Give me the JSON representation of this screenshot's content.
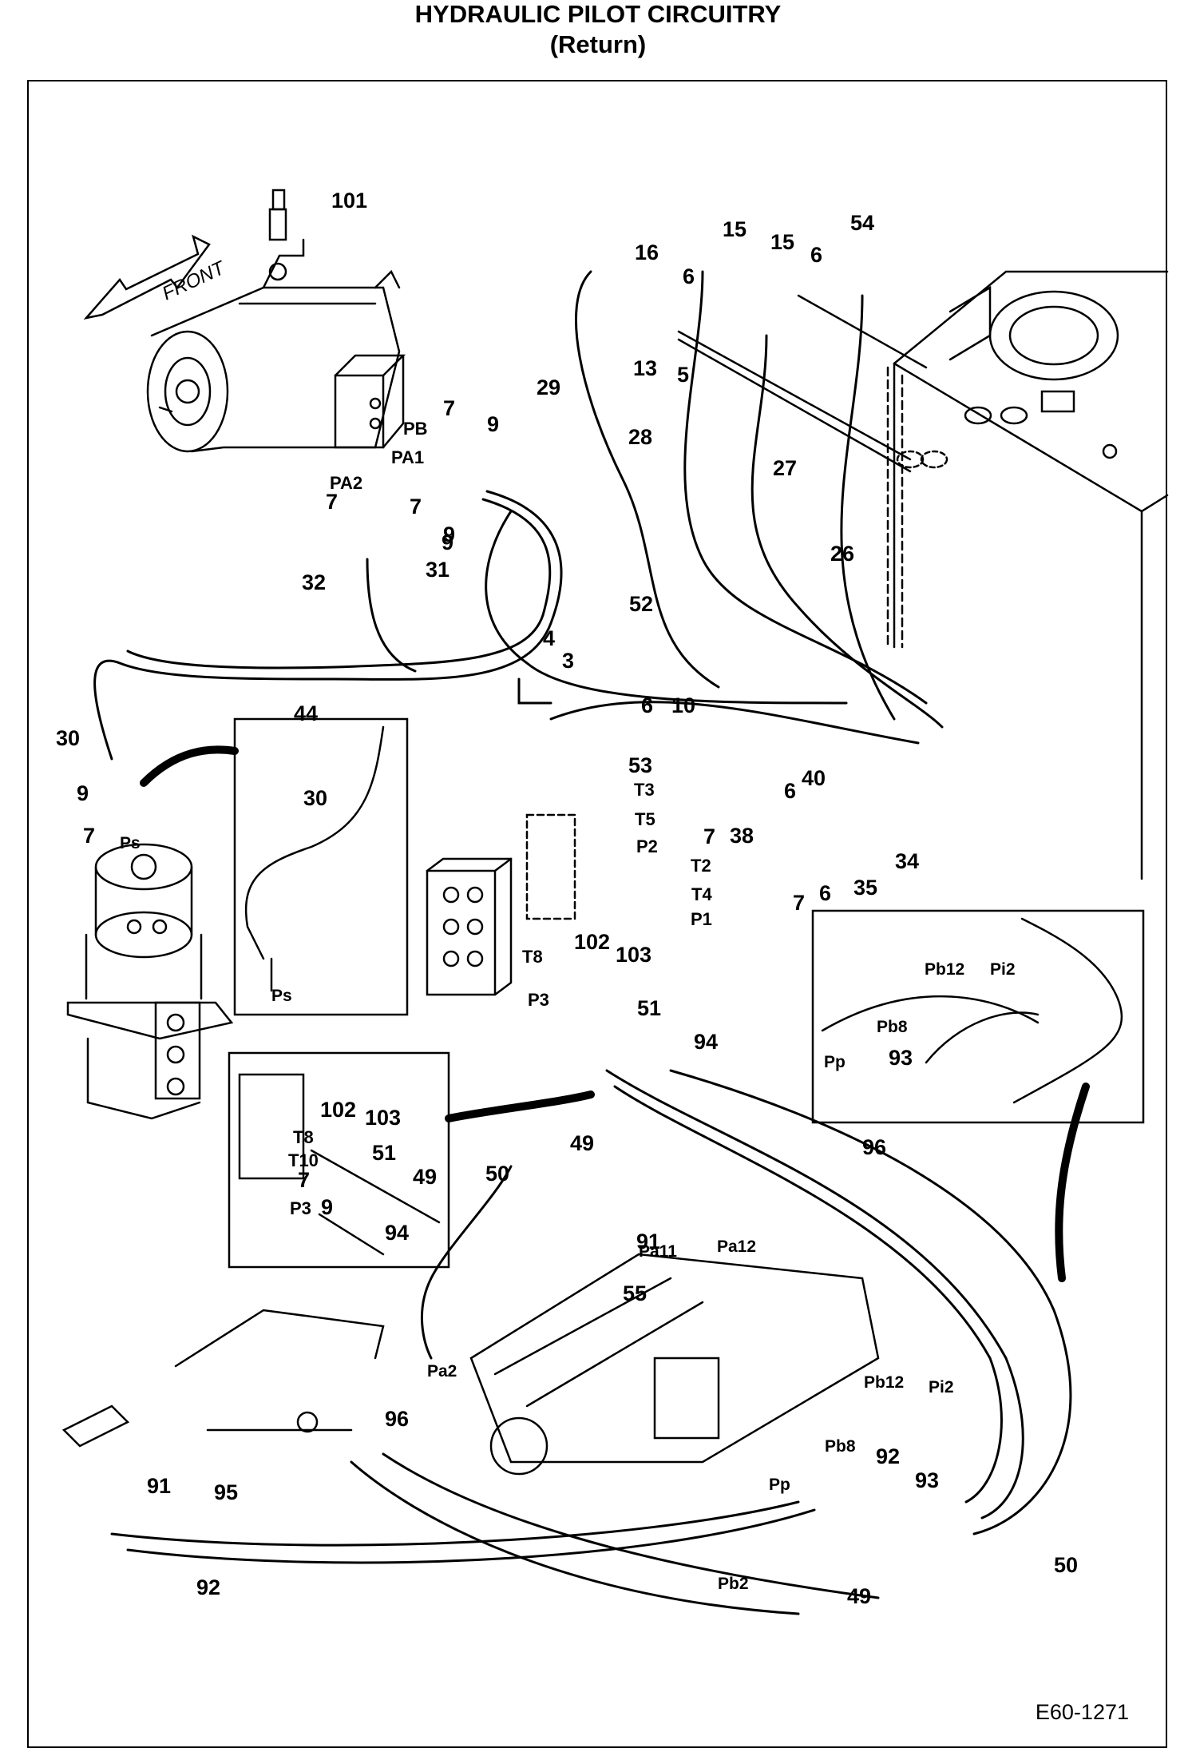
{
  "title": "HYDRAULIC PILOT CIRCUITRY",
  "subtitle": "(Return)",
  "drawing_code": "E60-1271",
  "front_label": "FRONT",
  "callouts": [
    "101",
    "16",
    "15",
    "15",
    "54",
    "6",
    "6",
    "13",
    "5",
    "29",
    "7",
    "PB",
    "9",
    "PA1",
    "PA2",
    "7",
    "7",
    "9",
    "9",
    "28",
    "27",
    "26",
    "32",
    "31",
    "52",
    "4",
    "3",
    "44",
    "30",
    "9",
    "7",
    "Ps",
    "6",
    "10",
    "53",
    "T3",
    "T5",
    "40",
    "P2",
    "7",
    "38",
    "6",
    "34",
    "T2",
    "T4",
    "6",
    "35",
    "7",
    "P1",
    "30",
    "Ps",
    "102",
    "T8",
    "103",
    "P3",
    "51",
    "94",
    "Pb12",
    "Pi2",
    "Pb8",
    "Pp",
    "93",
    "102",
    "103",
    "T8",
    "T10",
    "51",
    "7",
    "49",
    "P3",
    "9",
    "94",
    "49",
    "50",
    "96",
    "91",
    "Pa12",
    "Pa11",
    "55",
    "Pa2",
    "96",
    "Pb12",
    "Pi2",
    "Pb8",
    "92",
    "95",
    "91",
    "93",
    "Pp",
    "Pb2",
    "49",
    "50",
    "92"
  ]
}
